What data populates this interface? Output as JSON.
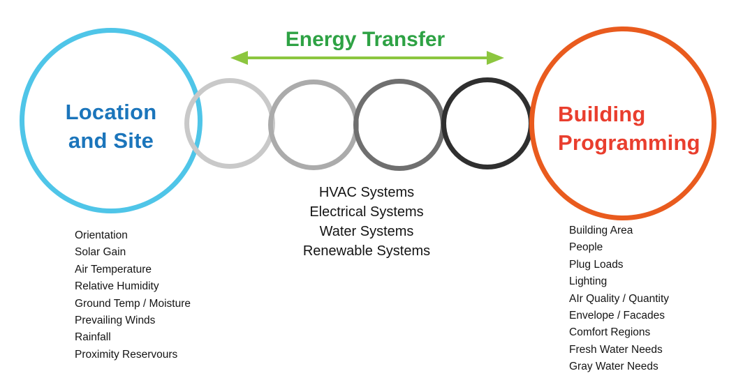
{
  "left": {
    "title_line1": "Location",
    "title_line2": "and Site",
    "circle_color": "#4fc5e8",
    "text_color": "#1b75bb",
    "items": [
      "Orientation",
      "Solar Gain",
      "Air Temperature",
      "Relative Humidity",
      "Ground Temp / Moisture",
      "Prevailing Winds",
      "Rainfall",
      "Proximity Reservours"
    ]
  },
  "right": {
    "title_line1": "Building",
    "title_line2": "Programming",
    "circle_color": "#e95b1e",
    "text_color": "#e93e2e",
    "items": [
      "Building Area",
      "People",
      "Plug Loads",
      "Lighting",
      "AIr Quality / Quantity",
      "Envelope / Facades",
      "Comfort Regions",
      "Fresh Water Needs",
      "Gray Water Needs"
    ]
  },
  "center": {
    "title": "Energy Transfer",
    "title_color": "#2ea244",
    "arrow_color": "#8cc63f",
    "systems": [
      "HVAC Systems",
      "Electrical Systems",
      "Water Systems",
      "Renewable Systems"
    ]
  },
  "chain": {
    "colors": [
      "#c9c9c9",
      "#ababab",
      "#6f6f6f",
      "#2f2f2f"
    ]
  }
}
